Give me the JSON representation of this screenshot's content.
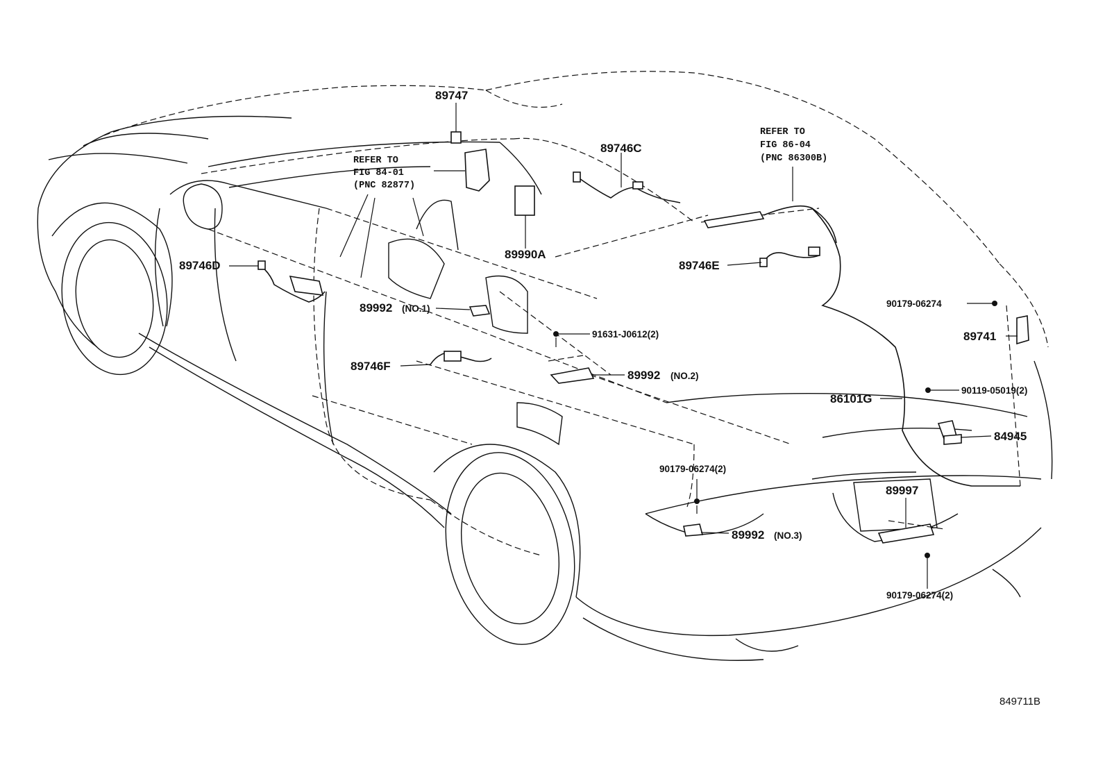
{
  "diagram_id": "849711B",
  "labels": {
    "p89747": "89747",
    "p89746c": "89746C",
    "p89990a": "89990A",
    "p89746e": "89746E",
    "p89746d": "89746D",
    "p89992_1": "89992",
    "p89992_1_sfx": "(NO.1)",
    "p91631": "91631-J0612(2)",
    "p89746f": "89746F",
    "p89992_2": "89992",
    "p89992_2_sfx": "(NO.2)",
    "p90179_a": "90179-06274",
    "p89741": "89741",
    "p90119": "90119-05019(2)",
    "p86101g": "86101G",
    "p84945": "84945",
    "p90179_b": "90179-06274(2)",
    "p89992_3": "89992",
    "p89992_3_sfx": "(NO.3)",
    "p89997": "89997",
    "p90179_c": "90179-06274(2)"
  },
  "refers": {
    "left": [
      "REFER TO",
      "FIG 84-01",
      "(PNC 82877)"
    ],
    "right": [
      "REFER TO",
      "FIG 86-04",
      "(PNC 86300B)"
    ]
  }
}
